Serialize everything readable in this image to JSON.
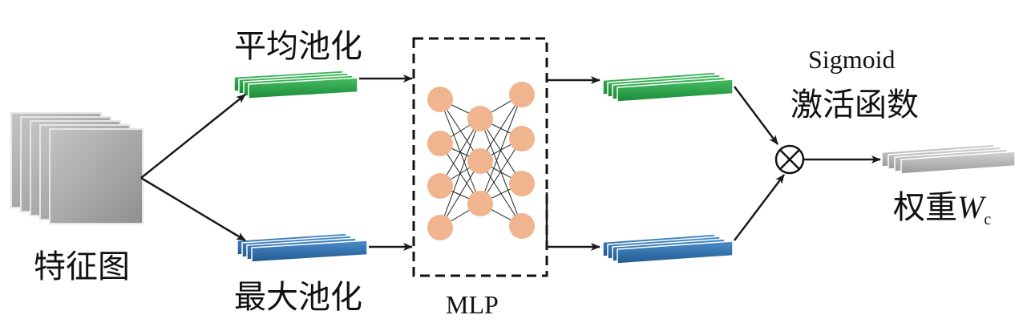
{
  "labels": {
    "feature_map": "特征图",
    "avg_pool": "平均池化",
    "max_pool": "最大池化",
    "mlp": "MLP",
    "sigmoid_line1": "Sigmoid",
    "sigmoid_line2": "激活函数",
    "weight_prefix": "权重",
    "weight_symbol": "W",
    "weight_subscript": "c"
  },
  "colors": {
    "feature_map": "#a8a8a8",
    "avg_pool": "#27a348",
    "max_pool": "#2f6fb0",
    "weight": "#b0b0b0",
    "neuron": "#f0b48e",
    "arrow": "#1a1a1a"
  },
  "mlp": {
    "layer_sizes": [
      4,
      3,
      4
    ]
  },
  "icons": {
    "multiply": "circle-times-icon"
  }
}
